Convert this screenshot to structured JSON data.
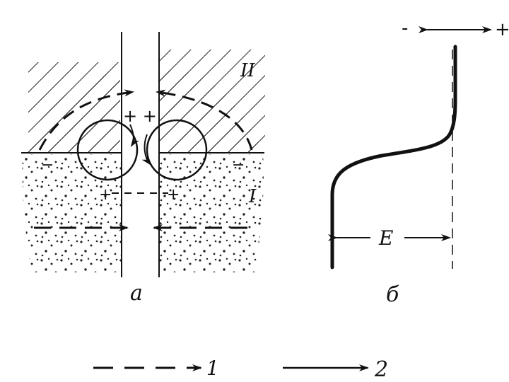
{
  "panel_a": {
    "label": "а",
    "region_upper": "II",
    "region_lower": "I",
    "sign_pp": "+ +",
    "sign_plus_left": "+",
    "sign_plus_right": "+",
    "sign_minus_left": "−",
    "sign_minus_right": "−"
  },
  "panel_b": {
    "label": "б",
    "axis_minus": "-",
    "axis_plus": "+",
    "field_label": "E"
  },
  "legend": [
    {
      "style": "dashed",
      "label": "1"
    },
    {
      "style": "solid",
      "label": "2"
    }
  ]
}
